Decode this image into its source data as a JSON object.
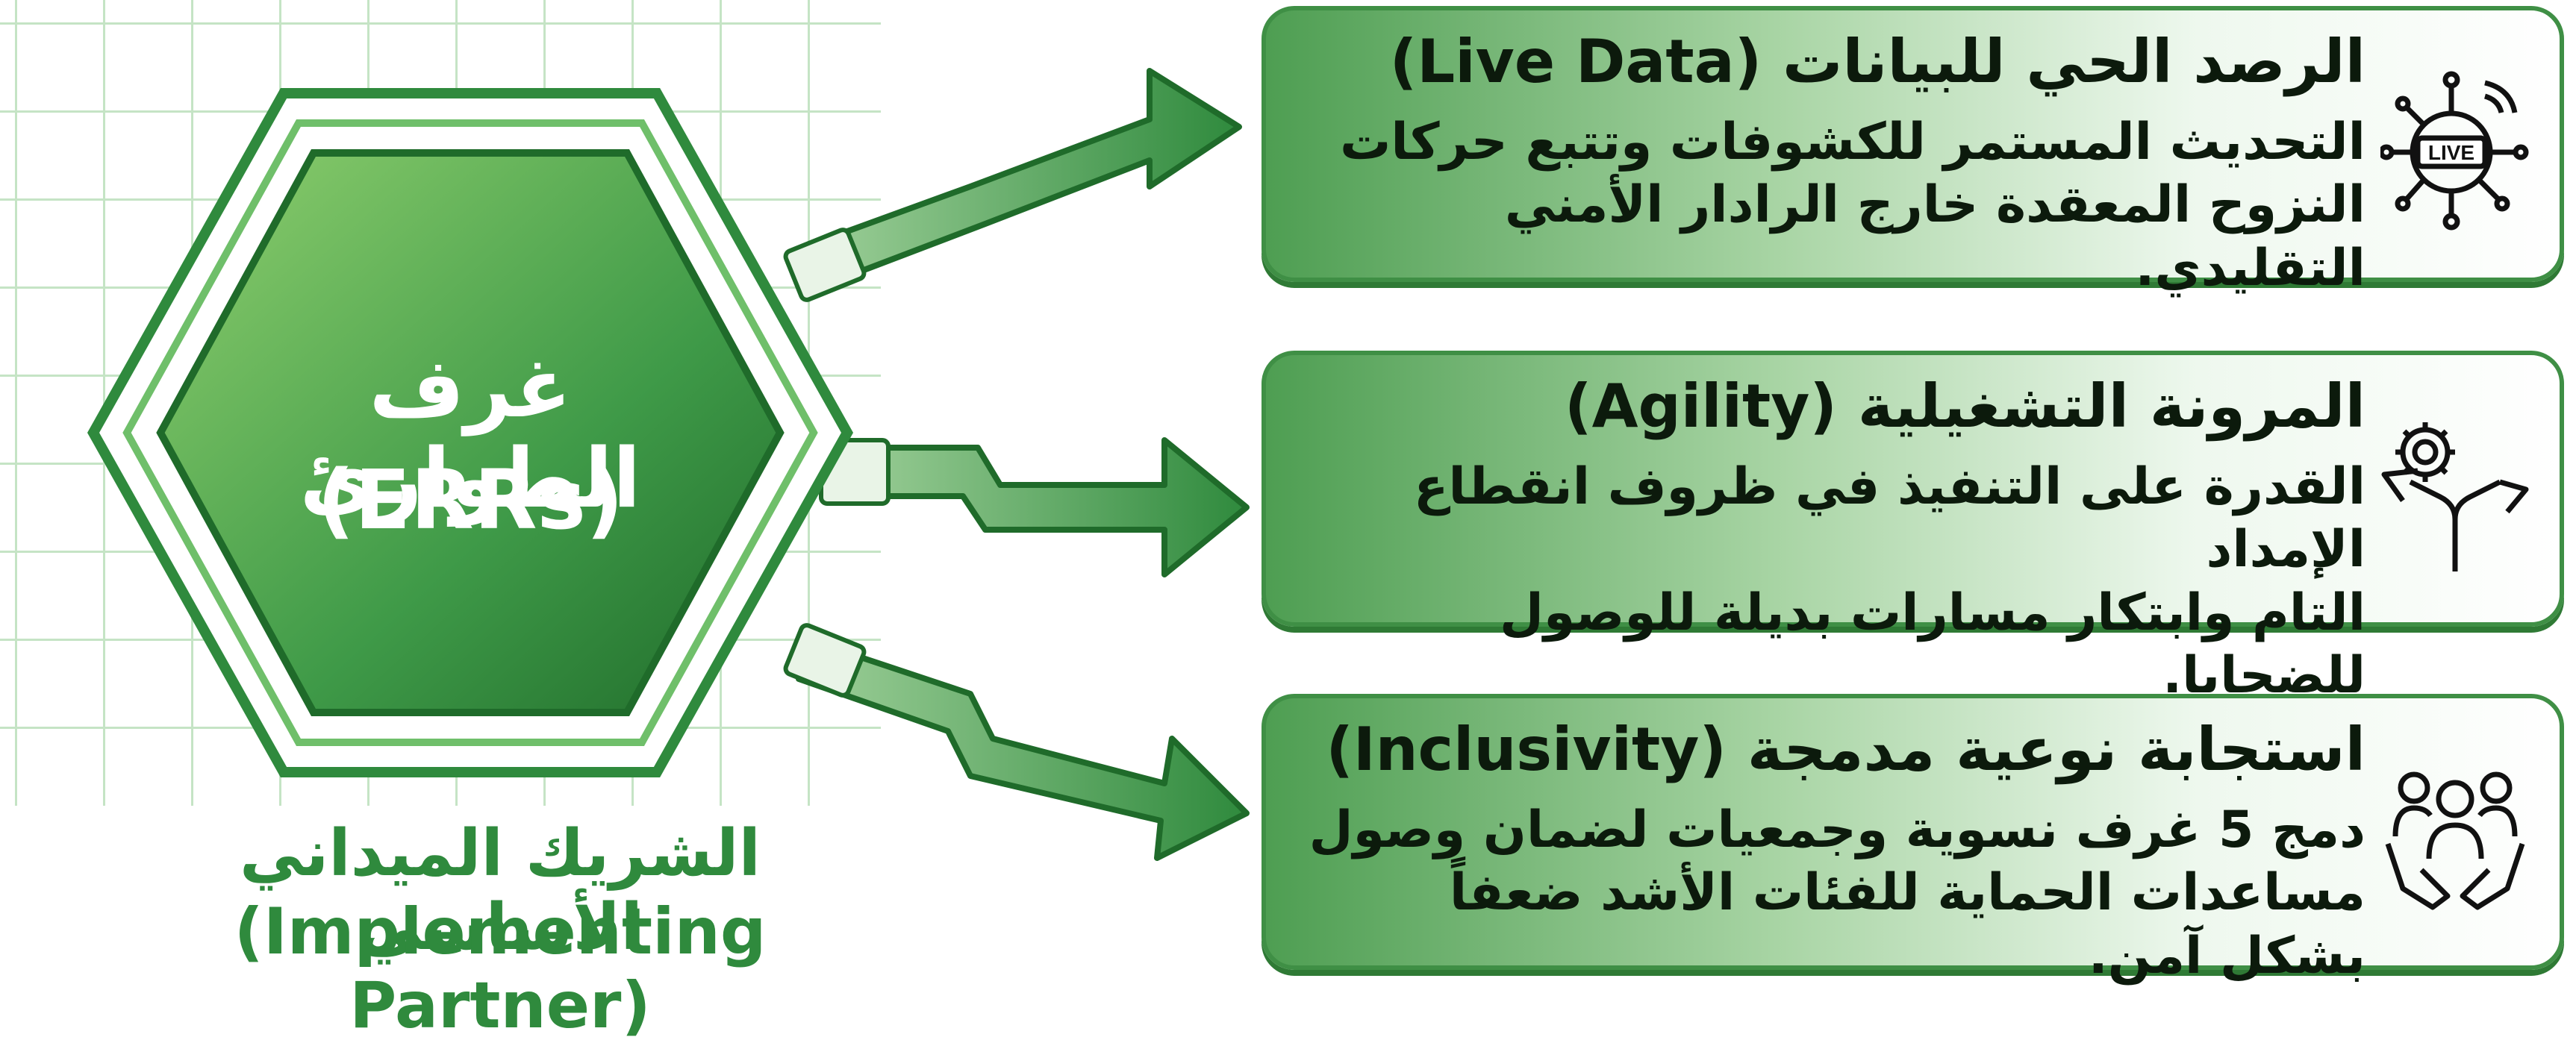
{
  "colors": {
    "primary": "#2f8a3d",
    "dark": "#1f6b2a",
    "light": "#8fcf7a",
    "grid": "#bfe2bf"
  },
  "hub": {
    "title": "غرف الطوارئ",
    "subtitle": "(ERRs)"
  },
  "partner": {
    "arabic": "الشريك الميداني الأساسي",
    "english": "(Implementing Partner)"
  },
  "cards": [
    {
      "title": "الرصد الحي للبيانات (Live Data)",
      "lines": [
        "التحديث المستمر للكشوفات وتتبع حركات",
        "النزوح المعقدة خارج الرادار الأمني التقليدي."
      ],
      "icon": "live-network-icon",
      "icon_text": "LIVE"
    },
    {
      "title": "المرونة التشغيلية (Agility)",
      "lines": [
        "القدرة على التنفيذ في ظروف انقطاع الإمداد",
        "التام وابتكار مسارات بديلة للوصول للضحايا."
      ],
      "icon": "gear-split-arrows-icon"
    },
    {
      "title": "استجابة نوعية مدمجة (Inclusivity)",
      "lines": [
        "دمج 5 غرف نسوية وجمعيات لضمان وصول",
        "مساعدات الحماية للفئات الأشد ضعفاً بشكل آمن."
      ],
      "icon": "people-in-hands-icon"
    }
  ]
}
